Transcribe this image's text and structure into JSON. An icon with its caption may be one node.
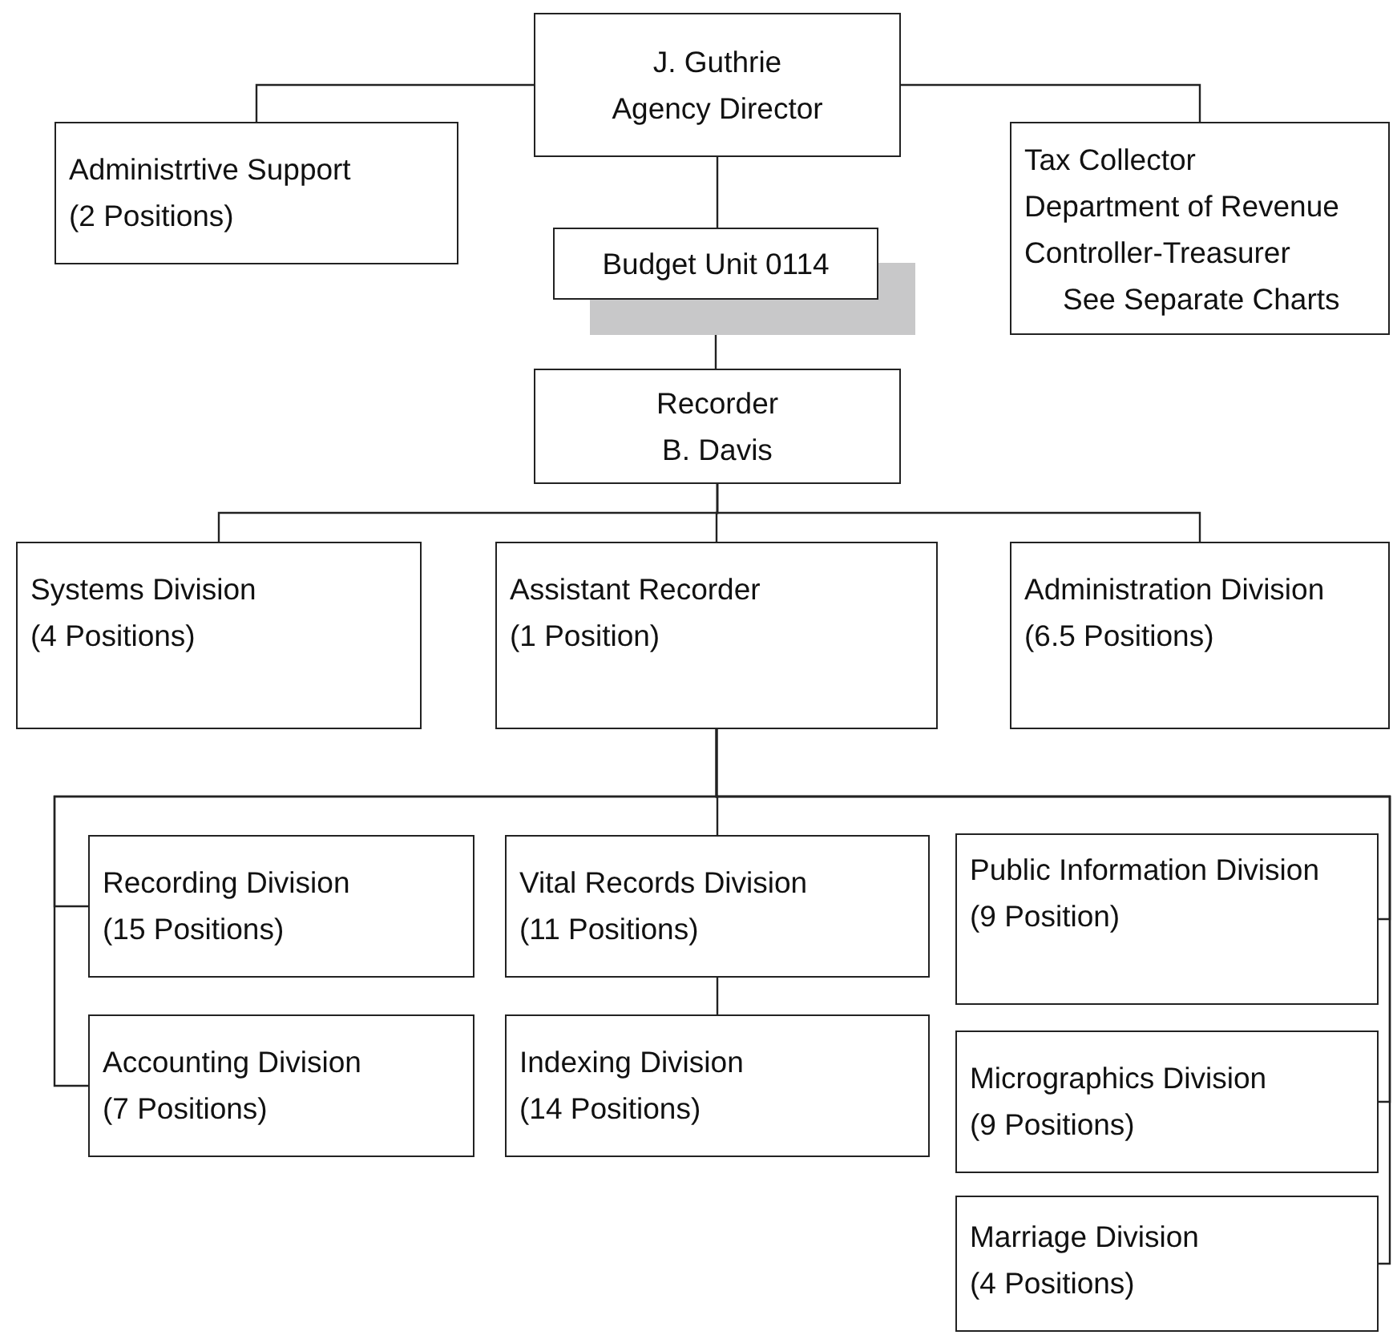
{
  "diagram": {
    "nodes": [
      {
        "text": [
          "J. Guthrie",
          "Agency Director"
        ]
      },
      {
        "text": [
          "Administrtive Support",
          "(2 Positions)"
        ]
      },
      {
        "text": [
          "Tax Collector",
          "Department of Revenue",
          "Controller-Treasurer",
          "See Separate Charts"
        ]
      },
      {
        "text": [
          "Budget Unit 0114"
        ]
      },
      {
        "text": [
          "Recorder",
          "B. Davis"
        ]
      },
      {
        "text": [
          "Systems Division",
          "(4 Positions)"
        ]
      },
      {
        "text": [
          "Assistant Recorder",
          "(1 Position)"
        ]
      },
      {
        "text": [
          "Administration Division",
          "(6.5 Positions)"
        ]
      },
      {
        "text": [
          "Recording Division",
          "(15 Positions)"
        ]
      },
      {
        "text": [
          "Vital Records Division",
          "(11 Positions)"
        ]
      },
      {
        "text": [
          "Public Information Division",
          "(9 Position)"
        ]
      },
      {
        "text": [
          "Accounting Division",
          "(7 Positions)"
        ]
      },
      {
        "text": [
          "Indexing Division",
          "(14 Positions)"
        ]
      },
      {
        "text": [
          "Micrographics Division",
          "(9 Positions)"
        ]
      },
      {
        "text": [
          "Marriage Division",
          "(4 Positions)"
        ]
      }
    ],
    "edges": [
      {
        "from": 0,
        "to": 1,
        "arrow": "none"
      },
      {
        "from": 0,
        "to": 2,
        "arrow": "none"
      },
      {
        "from": 0,
        "to": 3,
        "arrow": "none"
      },
      {
        "from": 3,
        "to": 4,
        "arrow": "none"
      },
      {
        "from": 4,
        "to": 5,
        "arrow": "none"
      },
      {
        "from": 4,
        "to": 6,
        "arrow": "none"
      },
      {
        "from": 4,
        "to": 7,
        "arrow": "none"
      },
      {
        "from": 6,
        "to": 8,
        "arrow": "none"
      },
      {
        "from": 6,
        "to": 11,
        "arrow": "none"
      },
      {
        "from": 6,
        "to": 9,
        "arrow": "none"
      },
      {
        "from": 9,
        "to": 12,
        "arrow": "none"
      },
      {
        "from": 6,
        "to": 10,
        "arrow": "none"
      },
      {
        "from": 6,
        "to": 13,
        "arrow": "none"
      },
      {
        "from": 6,
        "to": 14,
        "arrow": "none"
      }
    ]
  }
}
